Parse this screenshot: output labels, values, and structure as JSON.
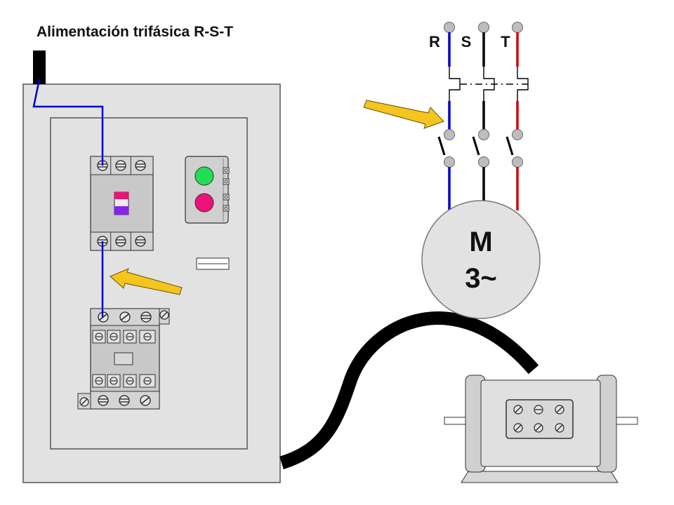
{
  "title": "Alimentación trifásica R-S-T",
  "phases": [
    {
      "label": "R",
      "color": "#0000cc"
    },
    {
      "label": "S",
      "color": "#000000"
    },
    {
      "label": "T",
      "color": "#cc0000"
    }
  ],
  "motor_symbol": {
    "line1": "M",
    "line2": "3~"
  },
  "colors": {
    "panel_fill": "#e2e2e2",
    "panel_stroke": "#555555",
    "control_wire": "#0000cc",
    "arrow_fill": "#f5c41f",
    "arrow_stroke": "#665500",
    "start_button": "#22dd55",
    "stop_button": "#ee1177",
    "cable": "#000000"
  }
}
